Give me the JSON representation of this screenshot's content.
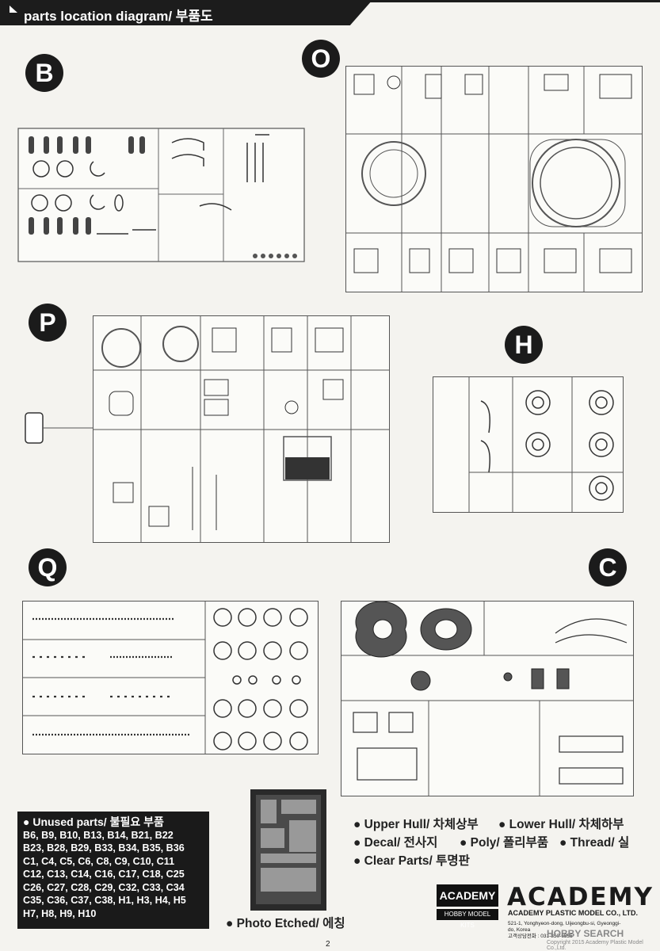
{
  "header": {
    "title": "parts location diagram/ 부품도"
  },
  "sprues": {
    "B": "B",
    "O": "O",
    "P": "P",
    "H": "H",
    "Q": "Q",
    "C": "C"
  },
  "unused": {
    "title": "● Unused parts/ 불필요 부품",
    "lines": [
      "B6, B9, B10, B13, B14, B21, B22",
      "B23, B28, B29, B33, B34, B35, B36",
      "C1, C4, C5, C6, C8, C9, C10, C11",
      "C12, C13, C14, C16, C17, C18, C25",
      "C26, C27, C28, C29, C32, C33, C34",
      "C35, C36, C37, C38, H1, H3, H4, H5",
      "H7, H8, H9, H10"
    ]
  },
  "legend": {
    "upper_hull": "● Upper Hull/ 차체상부",
    "lower_hull": "● Lower Hull/ 차체하부",
    "decal": "● Decal/ 전사지",
    "poly": "● Poly/ 폴리부품",
    "thread": "● Thread/ 실",
    "clear": "● Clear Parts/ 투명판",
    "photo_etched": "● Photo Etched/ 에칭"
  },
  "brand": {
    "small_logo_top": "ACADEMY",
    "small_logo_bottom": "HOBBY MODEL KITS",
    "name": "ACADEMY",
    "company": "ACADEMY PLASTIC MODEL CO., LTD.",
    "address": "521-1, Yonghyeon-dong, Uijeongbu-si, Gyeonggi-do, Korea",
    "phone": "고객상담전화 : 031-850-6555",
    "copyright": "Copyright 2015 Academy Plastic Model Co.,Ltd."
  },
  "watermark": "HOBBY SEARCH",
  "page_number": "2"
}
